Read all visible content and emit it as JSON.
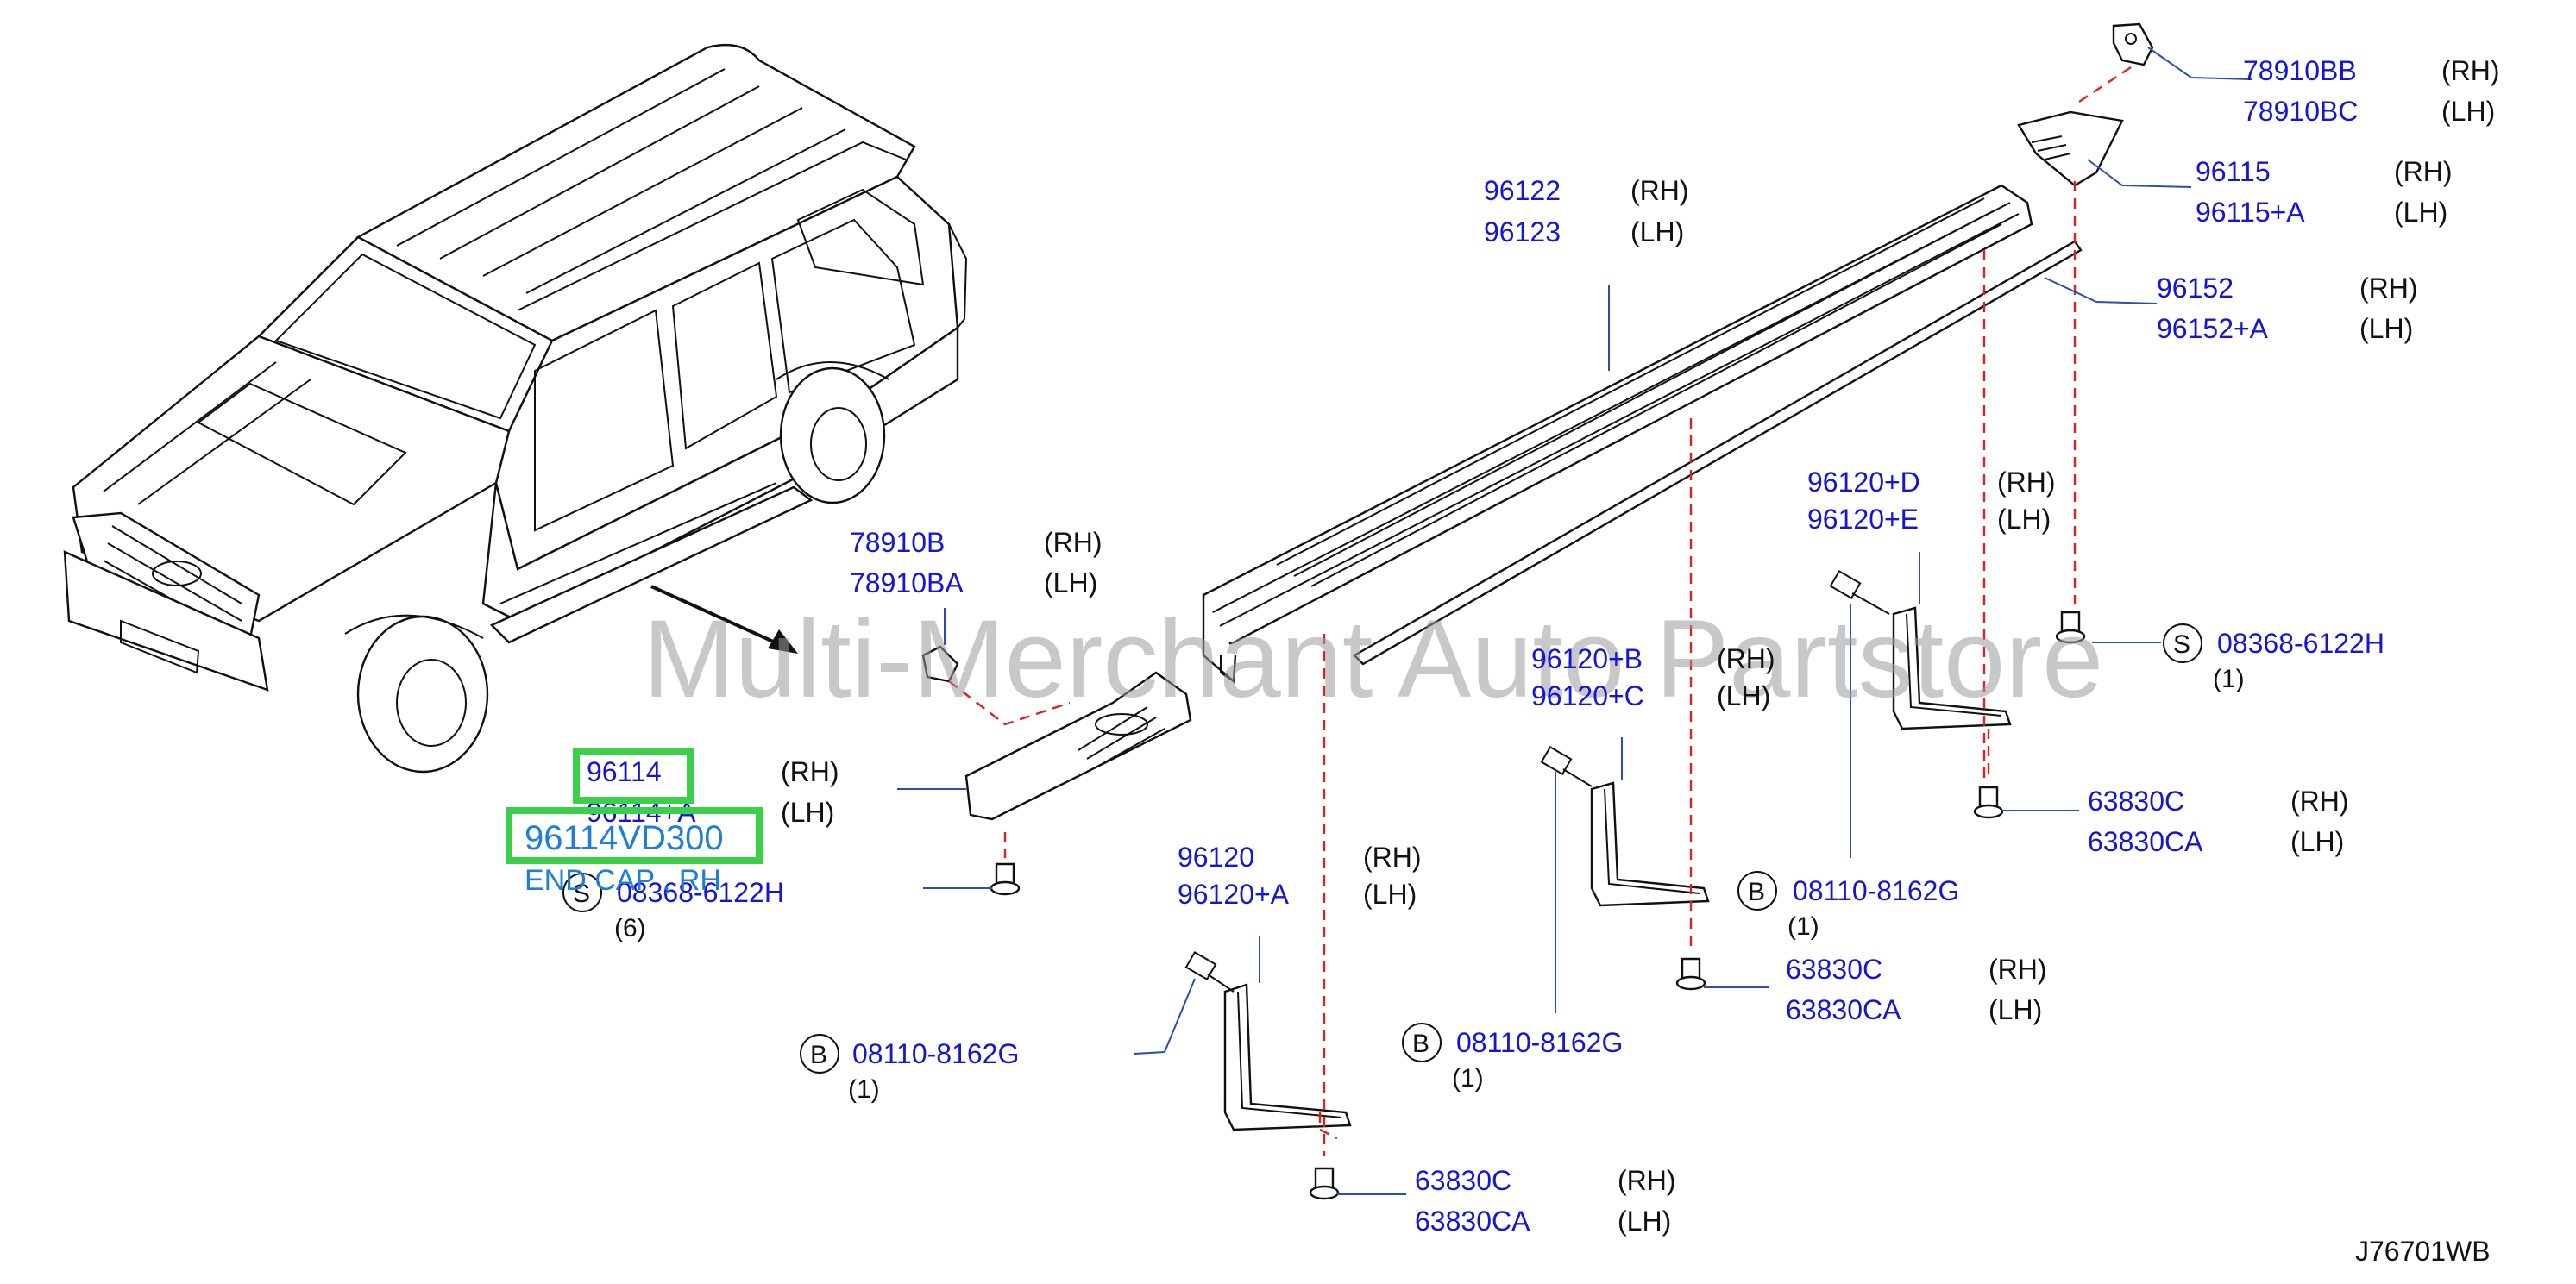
{
  "watermark": "Multi-Merchant Auto Partstore",
  "diagram_code": "J76701WB",
  "highlight": {
    "part": "96114VD300",
    "description": "END CAP , RH"
  },
  "callouts": {
    "c78910BB": {
      "pn1": "78910BB",
      "pn2": "78910BC",
      "side1": "(RH)",
      "side2": "(LH)"
    },
    "c96115": {
      "pn1": "96115",
      "pn2": "96115+A",
      "side1": "(RH)",
      "side2": "(LH)"
    },
    "c96122": {
      "pn1": "96122",
      "pn2": "96123",
      "side1": "(RH)",
      "side2": "(LH)"
    },
    "c96152": {
      "pn1": "96152",
      "pn2": "96152+A",
      "side1": "(RH)",
      "side2": "(LH)"
    },
    "c96120D": {
      "pn1": "96120+D",
      "pn2": "96120+E",
      "side1": "(RH)",
      "side2": "(LH)"
    },
    "c08368R": {
      "letter": "S",
      "pn": "08368-6122H",
      "qty": "(1)"
    },
    "c78910B": {
      "pn1": "78910B",
      "pn2": "78910BA",
      "side1": "(RH)",
      "side2": "(LH)"
    },
    "c96120B": {
      "pn1": "96120+B",
      "pn2": "96120+C",
      "side1": "(RH)",
      "side2": "(LH)"
    },
    "c96114": {
      "pn1": "96114",
      "pn2": "96114+A",
      "side1": "(RH)",
      "side2": "(LH)"
    },
    "c08368L": {
      "letter": "S",
      "pn": "08368-6122H",
      "qty": "(6)"
    },
    "c63830R": {
      "pn1": "63830C",
      "pn2": "63830CA",
      "side1": "(RH)",
      "side2": "(LH)"
    },
    "c08110R": {
      "letter": "B",
      "pn": "08110-8162G",
      "qty": "(1)"
    },
    "c96120": {
      "pn1": "96120",
      "pn2": "96120+A",
      "side1": "(RH)",
      "side2": "(LH)"
    },
    "c63830M": {
      "pn1": "63830C",
      "pn2": "63830CA",
      "side1": "(RH)",
      "side2": "(LH)"
    },
    "c08110M": {
      "letter": "B",
      "pn": "08110-8162G",
      "qty": "(1)"
    },
    "c08110L": {
      "letter": "B",
      "pn": "08110-8162G",
      "qty": "(1)"
    },
    "c63830L": {
      "pn1": "63830C",
      "pn2": "63830CA",
      "side1": "(RH)",
      "side2": "(LH)"
    }
  }
}
